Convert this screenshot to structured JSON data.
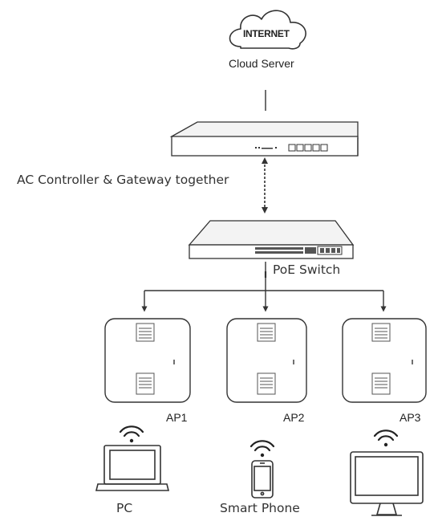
{
  "cloud": {
    "text": "INTERNET",
    "caption": "Cloud Server"
  },
  "controller": {
    "caption": "AC Controller & Gateway together"
  },
  "switch": {
    "caption": "PoE Switch"
  },
  "access_points": [
    {
      "label": "AP1"
    },
    {
      "label": "AP2"
    },
    {
      "label": "AP3"
    }
  ],
  "clients": [
    {
      "label": "PC",
      "icon": "laptop-icon"
    },
    {
      "label": "Smart Phone",
      "icon": "smartphone-icon"
    },
    {
      "label": "",
      "icon": "monitor-icon"
    }
  ],
  "colors": {
    "line": "#333333",
    "device": "#444444",
    "fill": "#ffffff"
  }
}
